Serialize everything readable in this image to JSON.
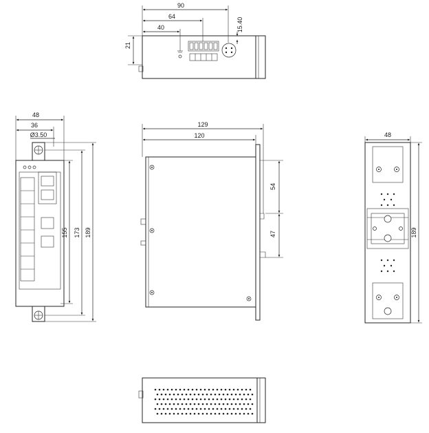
{
  "dimensions": {
    "top_view": {
      "overall_width": "90",
      "connector_offset": "64",
      "terminal_offset": "40",
      "depth": "21",
      "din_offset": "15.40"
    },
    "front_view": {
      "width": "48",
      "inner_width": "36",
      "hole_diameter": "Ø3.50",
      "height_body": "155",
      "height_mid": "173",
      "height_total": "189"
    },
    "side_view": {
      "depth_total": "129",
      "depth_body": "120",
      "upper_offset": "54",
      "lower_offset": "47"
    },
    "rear_view": {
      "width": "48",
      "height": "189"
    }
  },
  "icons": [
    "din-clip-icon",
    "mounting-hole-icon",
    "rj45-port-icon",
    "led-indicator-icon",
    "ground-terminal-icon",
    "screw-icon"
  ]
}
